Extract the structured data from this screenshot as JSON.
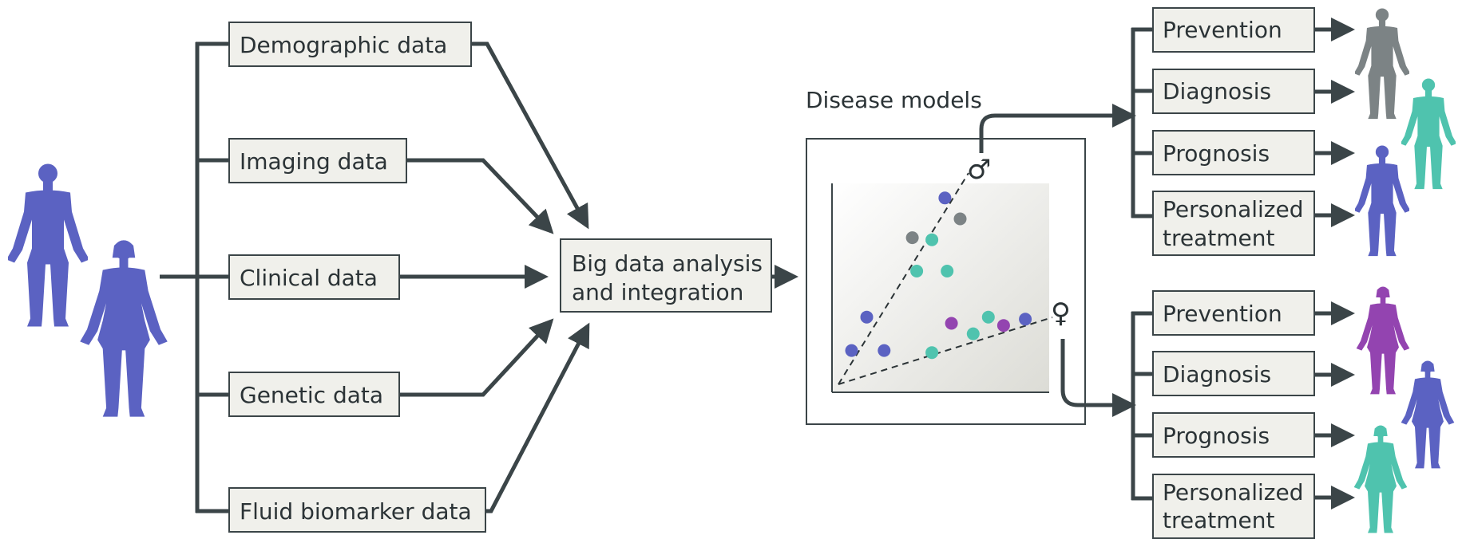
{
  "inputs": [
    {
      "label": "Demographic data"
    },
    {
      "label": "Imaging data"
    },
    {
      "label": "Clinical data"
    },
    {
      "label": "Genetic data"
    },
    {
      "label": "Fluid biomarker data"
    }
  ],
  "integration": {
    "line1": "Big data analysis",
    "line2": "and integration"
  },
  "disease_models": {
    "title": "Disease models",
    "male_symbol": "♂",
    "female_symbol": "♀"
  },
  "outcomes_male": [
    {
      "line1": "Prevention",
      "line2": ""
    },
    {
      "line1": "Diagnosis",
      "line2": ""
    },
    {
      "line1": "Prognosis",
      "line2": ""
    },
    {
      "line1": "Personalized",
      "line2": "treatment"
    }
  ],
  "outcomes_female": [
    {
      "line1": "Prevention",
      "line2": ""
    },
    {
      "line1": "Diagnosis",
      "line2": ""
    },
    {
      "line1": "Prognosis",
      "line2": ""
    },
    {
      "line1": "Personalized",
      "line2": "treatment"
    }
  ],
  "colors": {
    "blue": "#5b62c2",
    "teal": "#4fc3ae",
    "gray": "#7c8385",
    "purple": "#9344b0",
    "line": "#3b4548"
  },
  "scatter_points": [
    {
      "x": 5.2,
      "y": 9.3,
      "color": "blue"
    },
    {
      "x": 5.9,
      "y": 8.3,
      "color": "gray"
    },
    {
      "x": 3.7,
      "y": 7.4,
      "color": "gray"
    },
    {
      "x": 4.6,
      "y": 7.3,
      "color": "teal"
    },
    {
      "x": 3.9,
      "y": 5.8,
      "color": "teal"
    },
    {
      "x": 5.3,
      "y": 5.8,
      "color": "teal"
    },
    {
      "x": 1.6,
      "y": 3.6,
      "color": "blue"
    },
    {
      "x": 0.9,
      "y": 2.0,
      "color": "blue"
    },
    {
      "x": 2.4,
      "y": 2.0,
      "color": "blue"
    },
    {
      "x": 5.5,
      "y": 3.3,
      "color": "purple"
    },
    {
      "x": 7.2,
      "y": 3.6,
      "color": "teal"
    },
    {
      "x": 6.5,
      "y": 2.8,
      "color": "teal"
    },
    {
      "x": 7.9,
      "y": 3.2,
      "color": "purple"
    },
    {
      "x": 8.9,
      "y": 3.5,
      "color": "blue"
    },
    {
      "x": 4.6,
      "y": 1.9,
      "color": "teal"
    }
  ],
  "figures_right": [
    {
      "color": "gray",
      "sex": "male"
    },
    {
      "color": "teal",
      "sex": "male"
    },
    {
      "color": "blue",
      "sex": "male"
    },
    {
      "color": "purple",
      "sex": "female"
    },
    {
      "color": "blue",
      "sex": "female"
    },
    {
      "color": "teal",
      "sex": "female"
    }
  ]
}
